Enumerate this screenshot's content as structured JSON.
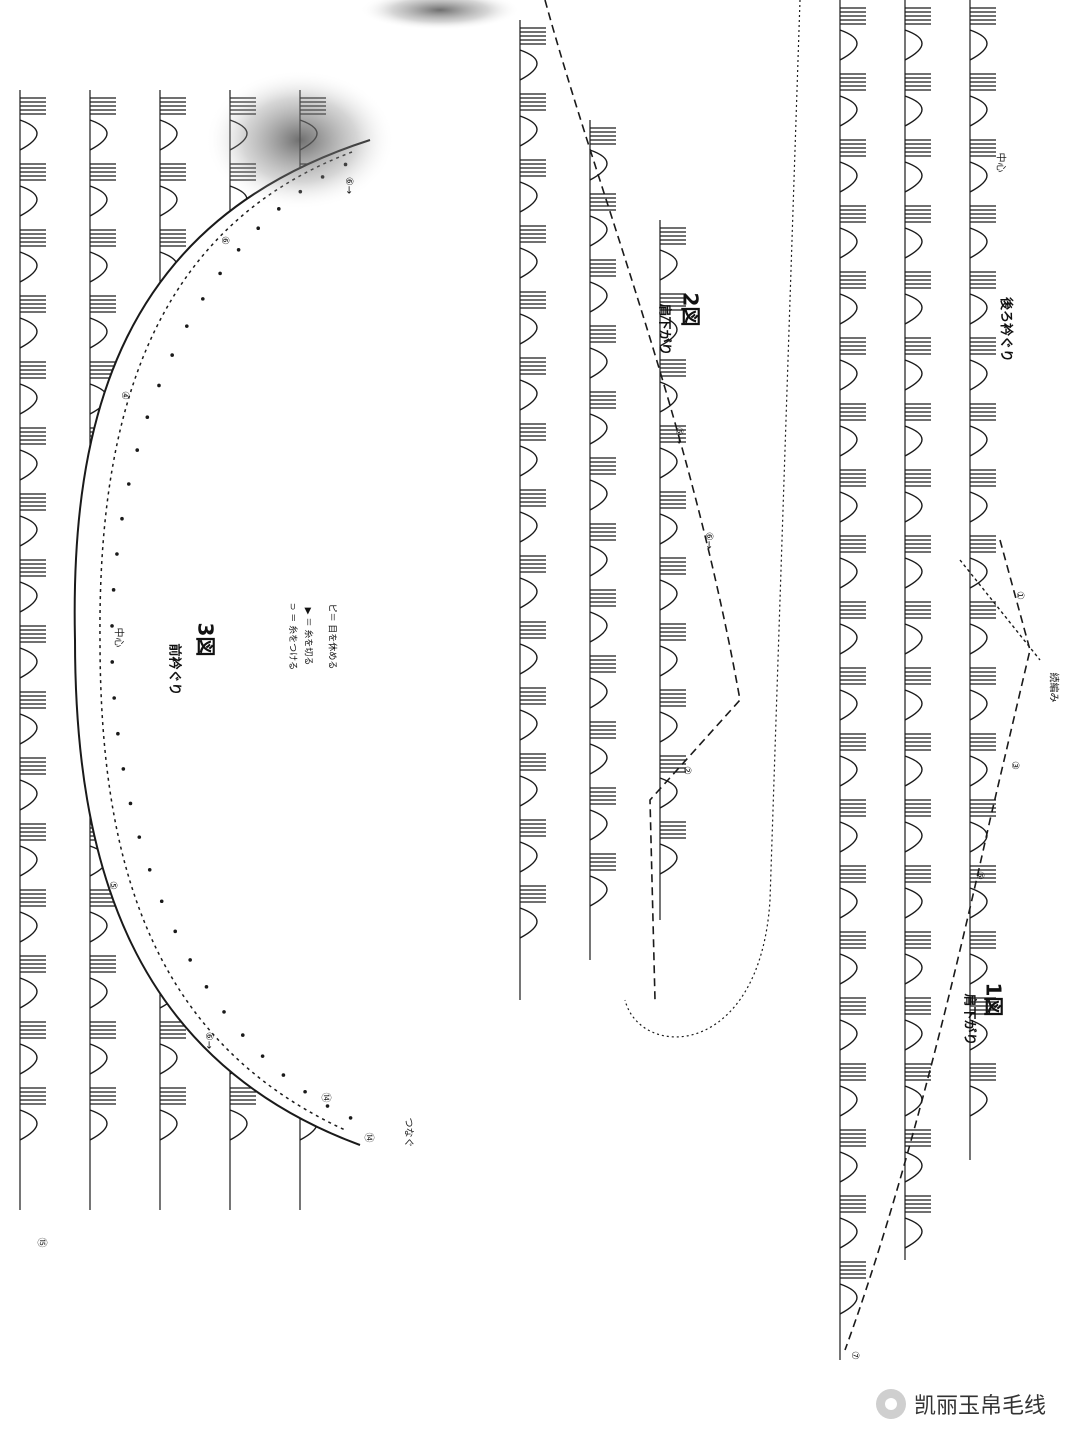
{
  "figure3": {
    "title": "3図",
    "subtitle": "前衿ぐり",
    "center_mark": "中心",
    "legend": [
      "ピ＝ 目を休める",
      "▶ ＝ 糸を切る",
      "⊃ ＝ 糸をつける"
    ],
    "row_labels": [
      "⑥→",
      "⑥",
      "④",
      "⑤",
      "⑥→",
      "⑭",
      "⑭",
      "⑮"
    ],
    "join_note": "つなぐ"
  },
  "figure2": {
    "title": "2図",
    "subtitle": "肩下がり",
    "row_labels": [
      "⑥→",
      "⑥→",
      "②"
    ]
  },
  "figure1": {
    "title": "1図",
    "subtitle": "肩下がり",
    "neck_label": "後ろ衿ぐり",
    "center_mark": "中心",
    "side_note": "続編み",
    "row_labels": [
      "①",
      "③",
      "⑥",
      "⑦"
    ]
  },
  "watermark": {
    "text": "凯丽玉帛毛线",
    "icon": "wechat-icon"
  },
  "colors": {
    "ink": "#1a1a1a",
    "paper": "#ffffff",
    "shadow": "#6f6f6f"
  }
}
